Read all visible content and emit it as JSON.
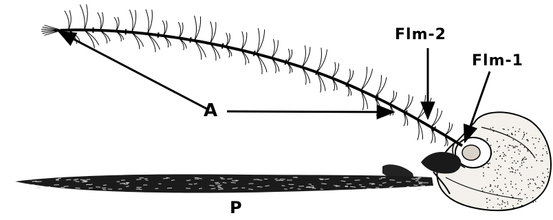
{
  "labels": {
    "antenna": "A",
    "palp": "P",
    "flagellomere_2": "Flm-2",
    "flagellomere_1": "Flm-1"
  },
  "colors": {
    "ink": "#000000",
    "background": "#ffffff"
  },
  "features": {
    "antenna_hairs": "present",
    "eye_stippling": "present",
    "palp_texture": "scaled"
  }
}
